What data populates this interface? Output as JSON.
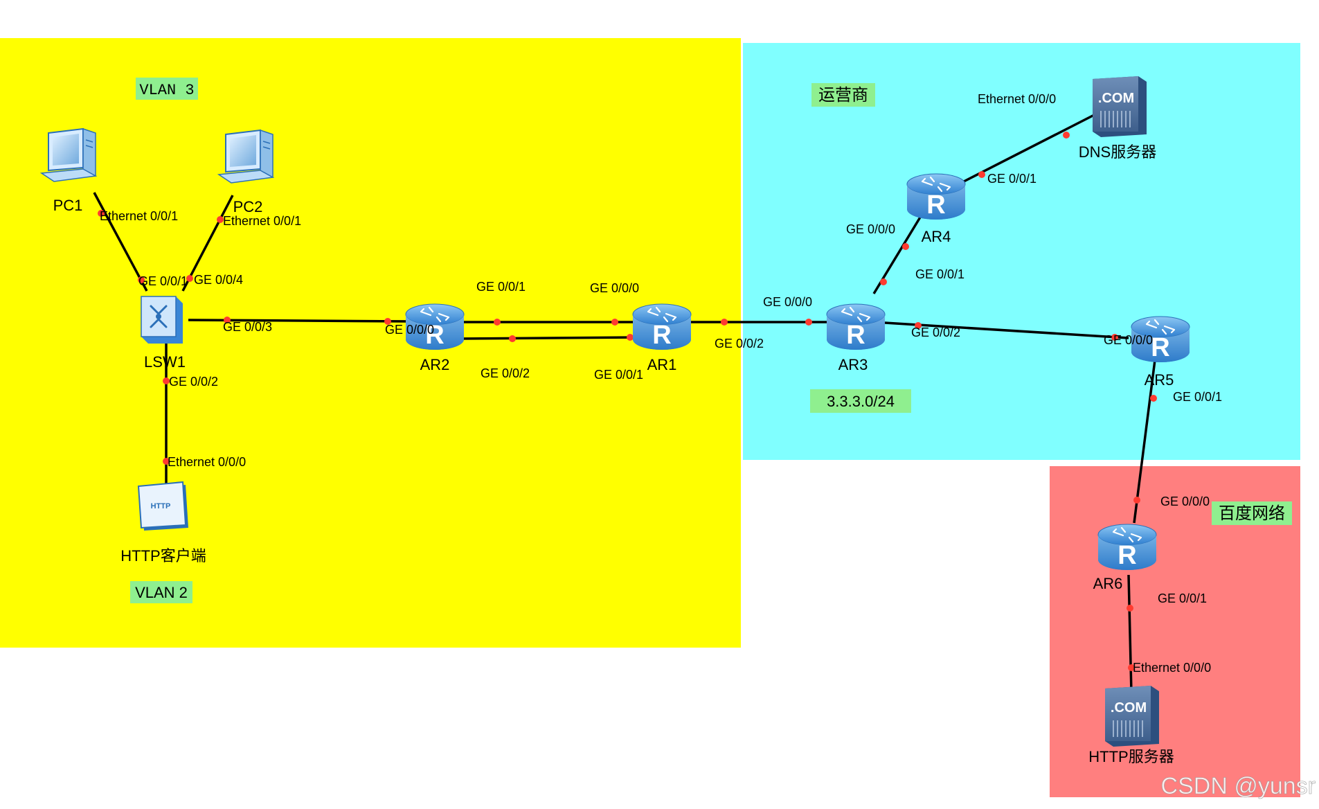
{
  "areas": {
    "colors": {
      "enterprise": "#ffff00",
      "isp": "#80ffff",
      "baidu": "#ff7f7f",
      "tag_bg": "#8fef8f"
    },
    "tags": {
      "vlan3": "VLAN 3",
      "vlan2": "VLAN 2",
      "isp": "运营商",
      "subnet": "3.3.3.0/24",
      "baidu": "百度网络"
    }
  },
  "devices": {
    "pc1": {
      "label": "PC1",
      "icon": "pc-icon"
    },
    "pc2": {
      "label": "PC2",
      "icon": "pc-icon"
    },
    "lsw1": {
      "label": "LSW1",
      "icon": "switch-icon"
    },
    "http_client": {
      "label": "HTTP客户端",
      "icon": "http-client-icon"
    },
    "ar1": {
      "label": "AR1",
      "icon": "router-icon"
    },
    "ar2": {
      "label": "AR2",
      "icon": "router-icon"
    },
    "ar3": {
      "label": "AR3",
      "icon": "router-icon"
    },
    "ar4": {
      "label": "AR4",
      "icon": "router-icon"
    },
    "ar5": {
      "label": "AR5",
      "icon": "router-icon"
    },
    "ar6": {
      "label": "AR6",
      "icon": "router-icon"
    },
    "dns_server": {
      "label": "DNS服务器",
      "icon": "server-icon",
      "badge": ".COM"
    },
    "http_server": {
      "label": "HTTP服务器",
      "icon": "server-icon",
      "badge": ".COM"
    }
  },
  "ports": {
    "pc1_eth": "Ethernet 0/0/1",
    "pc2_eth": "Ethernet 0/0/1",
    "lsw1_ge001": "GE 0/0/1",
    "lsw1_ge004": "GE 0/0/4",
    "lsw1_ge003": "GE 0/0/3",
    "lsw1_ge002": "GE 0/0/2",
    "client_eth": "Ethernet 0/0/0",
    "ar2_ge000": "GE 0/0/0",
    "ar2_ge001": "GE 0/0/1",
    "ar2_ge002": "GE 0/0/2",
    "ar1_ge000": "GE 0/0/0",
    "ar1_ge001": "GE 0/0/1",
    "ar1_ge002": "GE 0/0/2",
    "ar3_ge000": "GE 0/0/0",
    "ar3_ge001": "GE 0/0/1",
    "ar3_ge002": "GE 0/0/2",
    "ar4_ge000": "GE 0/0/0",
    "ar4_ge001": "GE 0/0/1",
    "dns_eth": "Ethernet 0/0/0",
    "ar5_ge000": "GE 0/0/0",
    "ar5_ge001": "GE 0/0/1",
    "ar6_ge000": "GE 0/0/0",
    "ar6_ge001": "GE 0/0/1",
    "server_eth": "Ethernet 0/0/0"
  },
  "watermark": "CSDN @yunsr"
}
